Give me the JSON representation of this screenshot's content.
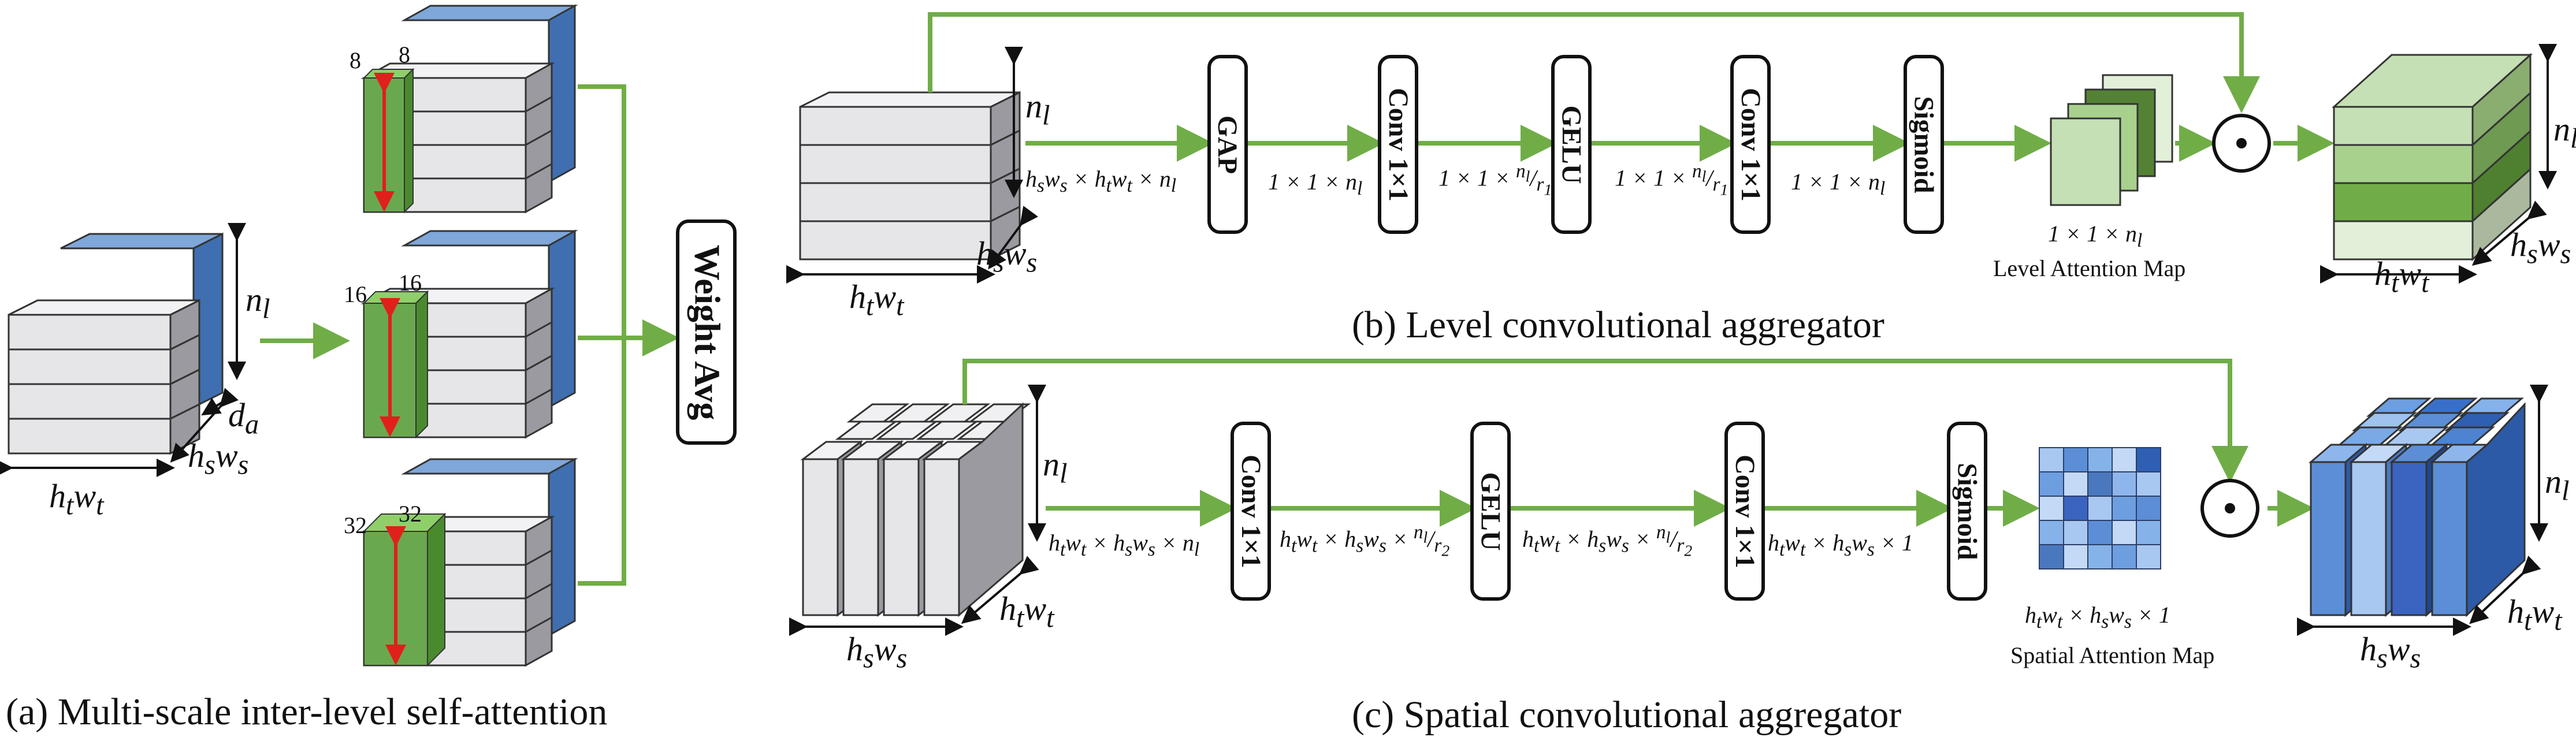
{
  "panel_a": {
    "caption": "(a) Multi-scale inter-level self-attention",
    "input_dims": {
      "vertical": "n_l",
      "depth": "d_a",
      "diag": "h_s w_s",
      "width": "h_t w_t"
    },
    "scales": [
      "8",
      "16",
      "32"
    ],
    "aggregator_label": "Weight Avg"
  },
  "panel_b": {
    "caption": "(b) Level convolutional aggregator",
    "input_dims": {
      "vertical": "n_l",
      "diag": "h_s w_s",
      "width": "h_t w_t"
    },
    "blocks": [
      "GAP",
      "Conv 1×1",
      "GELU",
      "Conv 1×1",
      "Sigmoid"
    ],
    "edge_labels": [
      "h_s w_s × h_t w_t × n_l",
      "1 × 1 × n_l",
      "1 × 1 × n_l / r_1",
      "1 × 1 × n_l / r_1",
      "1 × 1 × n_l"
    ],
    "map_size": "1 × 1 × n_l",
    "map_label": "Level Attention Map",
    "output_dims": {
      "vertical": "n_l",
      "diag": "h_s w_s",
      "width": "h_t w_t"
    },
    "operator": "⊙"
  },
  "panel_c": {
    "caption": "(c) Spatial convolutional aggregator",
    "input_dims": {
      "vertical": "n_l",
      "diag": "h_t w_t",
      "width": "h_s w_s"
    },
    "blocks": [
      "Conv 1×1",
      "GELU",
      "Conv 1×1",
      "Sigmoid"
    ],
    "edge_labels": [
      "h_t w_t × h_s w_s × n_l",
      "h_t w_t × h_s w_s × n_l / r_2",
      "h_t w_t × h_s w_s × n_l / r_2",
      "h_t w_t × h_s w_s × 1"
    ],
    "map_size": "h_t w_t × h_s w_s × 1",
    "map_label": "Spatial Attention Map",
    "output_dims": {
      "vertical": "n_l",
      "diag": "h_t w_t",
      "width": "h_s w_s"
    },
    "operator": "⊙"
  },
  "colors": {
    "arrow_green": "#70ad47",
    "slab_face": "#e6e6e9",
    "slab_top": "#f2f2f4",
    "slab_side": "#9a9aa0",
    "blue_top": "#7fa7d9",
    "blue_side": "#3f6fb0",
    "cube_green": "#6aa84f",
    "red_arrow": "#e0201b"
  }
}
